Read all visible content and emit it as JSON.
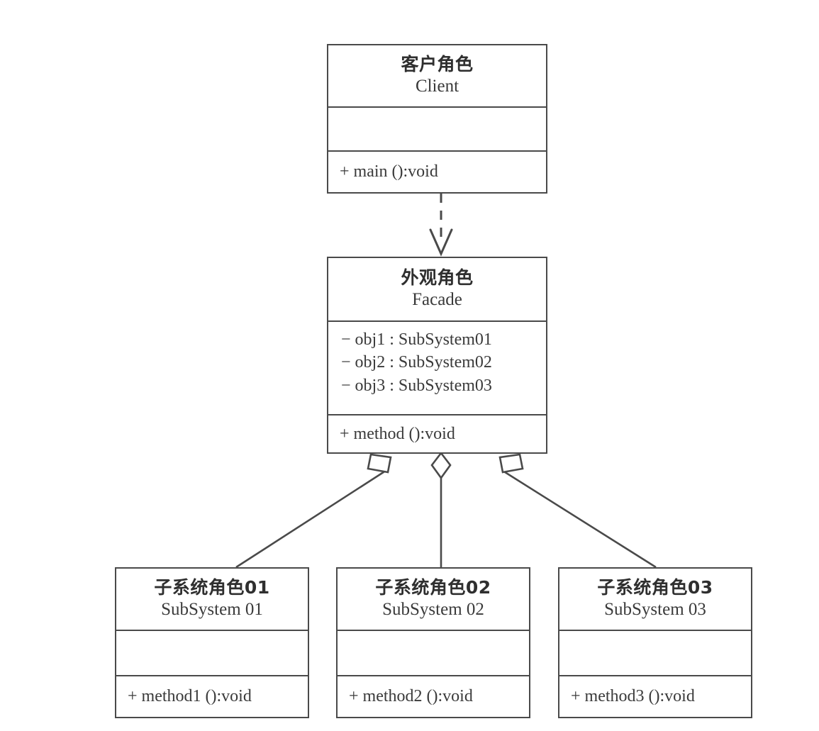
{
  "diagram": {
    "title": "Facade Pattern UML Class Diagram",
    "background_color": "#ffffff",
    "line_color": "#4a4a4a",
    "text_color": "#3a3a3a"
  },
  "classes": {
    "client": {
      "name_cn": "客户角色",
      "name_en": "Client",
      "attributes": [],
      "operations": [
        "+ main ():void"
      ]
    },
    "facade": {
      "name_cn": "外观角色",
      "name_en": "Facade",
      "attributes": [
        "− obj1 : SubSystem01",
        "− obj2 : SubSystem02",
        "− obj3 : SubSystem03"
      ],
      "operations": [
        "+ method ():void"
      ]
    },
    "subsystem01": {
      "name_cn": "子系统角色01",
      "name_en": "SubSystem 01",
      "attributes": [],
      "operations": [
        "+ method1 ():void"
      ]
    },
    "subsystem02": {
      "name_cn": "子系统角色02",
      "name_en": "SubSystem 02",
      "attributes": [],
      "operations": [
        "+ method2 ():void"
      ]
    },
    "subsystem03": {
      "name_cn": "子系统角色03",
      "name_en": "SubSystem 03",
      "attributes": [],
      "operations": [
        "+ method3 ():void"
      ]
    }
  },
  "relations": [
    {
      "id": "client-facade",
      "type": "dependency",
      "from": "client",
      "to": "facade",
      "style": "dashed",
      "head": "open-arrow",
      "label": ""
    },
    {
      "id": "facade-subsystem01",
      "type": "aggregation",
      "from": "facade",
      "to": "subsystem01",
      "style": "solid",
      "head": "hollow-diamond",
      "label": ""
    },
    {
      "id": "facade-subsystem02",
      "type": "aggregation",
      "from": "facade",
      "to": "subsystem02",
      "style": "solid",
      "head": "hollow-diamond",
      "label": ""
    },
    {
      "id": "facade-subsystem03",
      "type": "aggregation",
      "from": "facade",
      "to": "subsystem03",
      "style": "solid",
      "head": "hollow-diamond",
      "label": ""
    }
  ]
}
